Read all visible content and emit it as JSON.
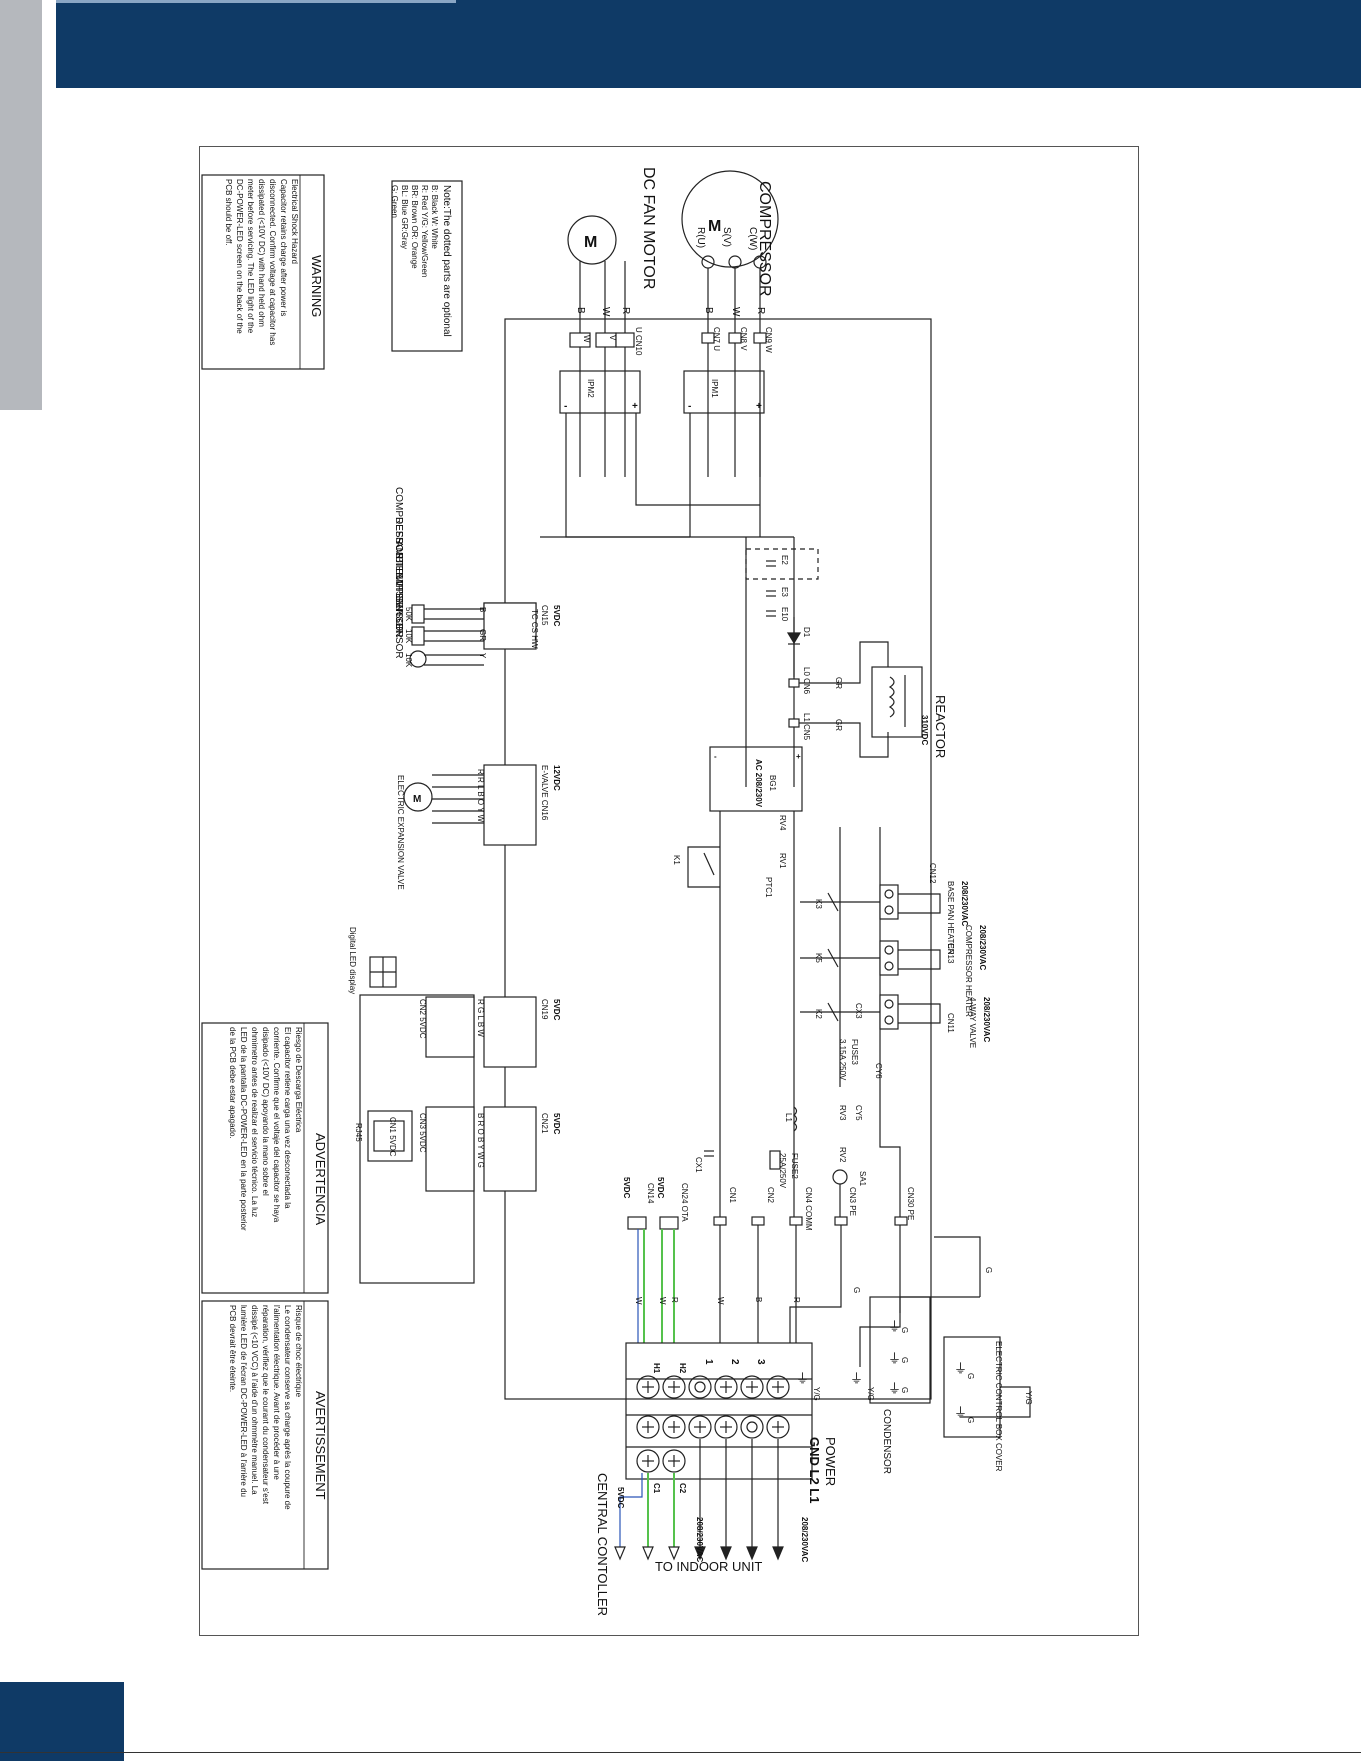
{
  "labels": {
    "compressor": "COMPRESSOR",
    "comp_m": "M",
    "comp_c": "C(W)",
    "comp_s": "S(V)",
    "comp_r": "R(U)",
    "dc_fan_motor": "DC FAN MOTOR",
    "fan_m": "M",
    "wire_r": "R",
    "wire_w": "W",
    "wire_b": "B",
    "wire_gr": "GR",
    "wire_y": "Y",
    "cn9w": "CN9 W",
    "cn8v": "CN8 V",
    "cn7u": "CN7 U",
    "cn10": "U CN10",
    "fan_w": "W",
    "fan_v": "V",
    "fan_u": "U",
    "ipm1": "IPM1",
    "ipm2": "IPM2",
    "plus": "+",
    "minus": "-",
    "e2": "E2",
    "e3": "E3",
    "e10": "E10",
    "d1": "D1",
    "l0cn6": "L0 CN6",
    "l1cn5": "L1 CN5",
    "reactor": "REACTOR",
    "reactor_v": "310VDC",
    "bg1": "BG1",
    "bg1_v": "AC 208/230V",
    "rv4": "RV4",
    "rv1": "RV1",
    "ptc1": "PTC1",
    "k1": "K1",
    "cn12": "CN12",
    "base_pan_v": "208/230VAC",
    "base_pan_heater": "BASE PAN HEATER",
    "k3": "K3",
    "comp_heater_v": "208/230VAC",
    "comp_heater": "COMPRESSOR HEATER",
    "cn13": "CN13",
    "k5": "K5",
    "valve_v": "208/230VAC",
    "four_way_valve": "4-WAY VALVE",
    "cn11": "CN11",
    "k2": "K2",
    "cx3": "CX3",
    "fuse3": "FUSE3",
    "fuse3_rating": "3.15A 250V",
    "cy6": "CY6",
    "cy5": "CY5",
    "l1": "L1",
    "rv3": "RV3",
    "rv2": "RV2",
    "cx1": "CX1",
    "fuse2": "FUSE2",
    "fuse2_rating": "25A/250V",
    "sa1": "SA1",
    "cn30": "CN30 PE",
    "cn3pe": "CN3 PE",
    "cn4comm": "CN4 COMM",
    "cn2": "CN2",
    "cn1": "CN1",
    "cn24": "CN24 OTA",
    "cn24_v": "5VDC",
    "cn14": "CN14",
    "cn14_v": "5VDC",
    "comp_sensor": "COMPRESSOR.TEMP.SENSOR",
    "defrost_sensor": "DEFROST.TEMP.SENSOR",
    "ambient_sensor": "AMBIENT.TEMP.SENSOR",
    "k50": "50K",
    "k10a": "10K",
    "k10b": "10K",
    "cn15": "CN15",
    "cn15_v": "5VDC",
    "cn15_pins": "TC CS HW",
    "eev": "ELECTRIC EXPANSION VALVE",
    "eev_m": "M",
    "cn16": "E-VALVE CN16",
    "cn16_v": "12VDC",
    "eev_pins": "R R L B O Y W",
    "digital_led": "Digital LED display",
    "cn19": "CN19",
    "cn19_v": "5VDC",
    "cn19_pins": "R G L B W",
    "cn2_5vdc": "CN2 5VDC",
    "cn21": "CN21",
    "cn21_v": "5VDC",
    "cn21_pins": "B R O B Y W G",
    "cn3_5vdc": "CN3 5VDC",
    "cn1_5vdc": "CN1 5VDC",
    "rj45": "RJ45",
    "wire_g": "G",
    "yg": "Y/G",
    "g": "G",
    "condensor": "CONDENSOR",
    "ecb_cover": "ELECTRIC CONTROL BOX COVER",
    "power": "POWER",
    "gnd_l2_l1": "GND L2 L1",
    "power_v": "208/230VAC",
    "t1": "1",
    "t2": "2",
    "t3": "3",
    "h1": "H1",
    "h2": "H2",
    "c1": "C1",
    "c2": "C2",
    "to_indoor": "TO INDOOR UNIT",
    "to_indoor_v": "208/230VAC",
    "central_controller": "CENTRAL CONTOLLER",
    "cc_v": "5VDC",
    "gnd_sym": "⏚"
  },
  "notes": {
    "wire_note_title": "Note:The dotted parts are optional",
    "wire_note_lines": [
      "B: Black     W: White",
      "R: Red       Y/G: Yellow/Green",
      "BR: Brown    OR: Orange",
      "BL: Blue     GR:Gray",
      "G: Green"
    ],
    "warning_title": "WARNING",
    "warning_lines": [
      "Electrical Shock Hazard",
      "Capacitor retains charge after power is",
      "disconnected. Confirm voltage at capacitor has",
      "dissipated (<10V DC) with hand held ohm",
      "meter before servicing.  The LED light of the",
      "DC-POWER-LED screen on the back of the",
      "PCB should be off."
    ],
    "advertencia_title": "ADVERTENCIA",
    "advertencia_lines": [
      "Riesgo de Descarga Eléctrica",
      "El capacitor retiene carga una vez desconectada la",
      "corriente. Confirme que el voltaje del capacitor se haya",
      "disipado (<10V DC) apoyando la mano sobre el",
      "ohmimetro antes de realizar el servicio técnico. La luz",
      "LED de la pantalla DC-POWER-LED en la parte posterior",
      "de la PCB debe estar apagado."
    ],
    "avertissement_title": "AVERTISSEMENT",
    "avertissement_lines": [
      "Risque de choc électrique",
      "Le condensateur conserve sa charge après la coupure de",
      "l'alimentation électrique. Avant de procéder à une",
      "réparation, vérifiez que le courant du condensateur s'est",
      "dissipé (<10 VCC) à l'aide d'un ohmmètre manuel. La",
      "lumière LED de l'écran DC-POWER-LED à l'arrière du",
      "PCB devrait être éteinte."
    ]
  }
}
